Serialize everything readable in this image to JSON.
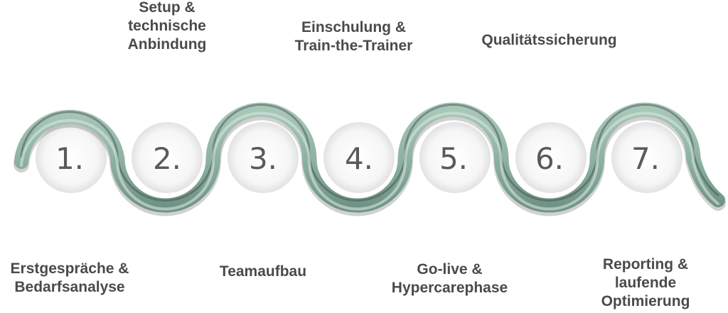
{
  "steps": [
    {
      "number": "1.",
      "label": "Erstgespräche &\nBedarfsanalyse"
    },
    {
      "number": "2.",
      "label": "Setup &\ntechnische\nAnbindung"
    },
    {
      "number": "3.",
      "label": "Teamaufbau"
    },
    {
      "number": "4.",
      "label": "Einschulung &\nTrain-the-Trainer"
    },
    {
      "number": "5.",
      "label": "Go-live &\nHypercarephase"
    },
    {
      "number": "6.",
      "label": "Qualitätssicherung"
    },
    {
      "number": "7.",
      "label": "Reporting &\nlaufende\nOptimierung"
    }
  ],
  "colors": {
    "wave": "#8fb3a3",
    "wave_dark": "#5e7f72",
    "text": "#4a4a4a",
    "number": "#5a5a5a"
  }
}
